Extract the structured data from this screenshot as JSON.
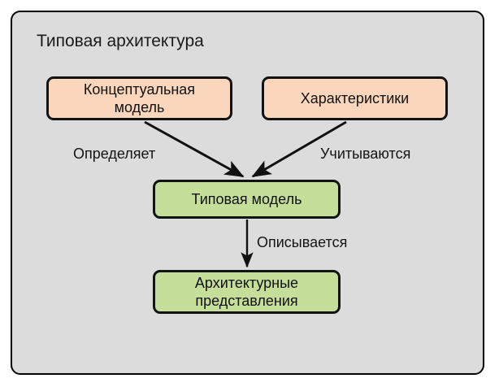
{
  "diagram": {
    "type": "flowchart",
    "title": "Типовая архитектура",
    "background_color": "#dcdcdc",
    "node_colors": {
      "source": "#fad7bc",
      "result": "#c5df9b",
      "border": "#121212"
    },
    "nodes": [
      {
        "id": "conceptual-model",
        "label": "Концептуальная\nмодель",
        "label_line1": "Концептуальная",
        "label_line2": "модель",
        "color": "#fad7bc"
      },
      {
        "id": "characteristics",
        "label": "Характеристики",
        "label_line1": "Характеристики",
        "label_line2": "",
        "color": "#fad7bc"
      },
      {
        "id": "typical-model",
        "label": "Типовая модель",
        "label_line1": "Типовая модель",
        "label_line2": "",
        "color": "#c5df9b"
      },
      {
        "id": "architectural-views",
        "label": "Архитектурные\nпредставления",
        "label_line1": "Архитектурные",
        "label_line2": "представления",
        "color": "#c5df9b"
      }
    ],
    "edges": [
      {
        "id": "edge-defines",
        "from": "conceptual-model",
        "to": "typical-model",
        "label": "Определяет"
      },
      {
        "id": "edge-considered",
        "from": "characteristics",
        "to": "typical-model",
        "label": "Учитываются"
      },
      {
        "id": "edge-described-by",
        "from": "typical-model",
        "to": "architectural-views",
        "label": "Описывается"
      }
    ]
  }
}
